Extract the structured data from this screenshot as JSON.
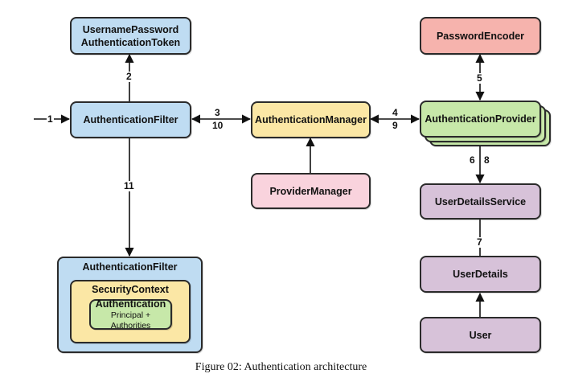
{
  "nodes": {
    "username_token": [
      "UsernamePassword",
      "AuthenticationToken"
    ],
    "authentication_filter": "AuthenticationFilter",
    "authentication_manager": "AuthenticationManager",
    "provider_manager": "ProviderManager",
    "password_encoder": "PasswordEncoder",
    "authentication_provider": "AuthenticationProvider",
    "user_details_service": "UserDetailsService",
    "user_details": "UserDetails",
    "user": "User",
    "authentication_filter_container": "AuthenticationFilter",
    "security_context": "SecurityContext",
    "authentication": "Authentication",
    "authentication_detail": "Principal + Authorities"
  },
  "edges": {
    "e1": "1",
    "e2": "2",
    "e3": "3",
    "e10": "10",
    "e4": "4",
    "e9": "9",
    "e5": "5",
    "e6": "6",
    "e8": "8",
    "e7": "7",
    "e11": "11"
  },
  "caption": "Figure 02: Authentication architecture",
  "colors": {
    "blue": "#bfdcf2",
    "red": "#f6b3ad",
    "yellow": "#fbe7a5",
    "pink": "#f9d3dd",
    "green": "#c7e8a9",
    "purple": "#d7c2d9",
    "stroke": "#2b2b2b"
  }
}
